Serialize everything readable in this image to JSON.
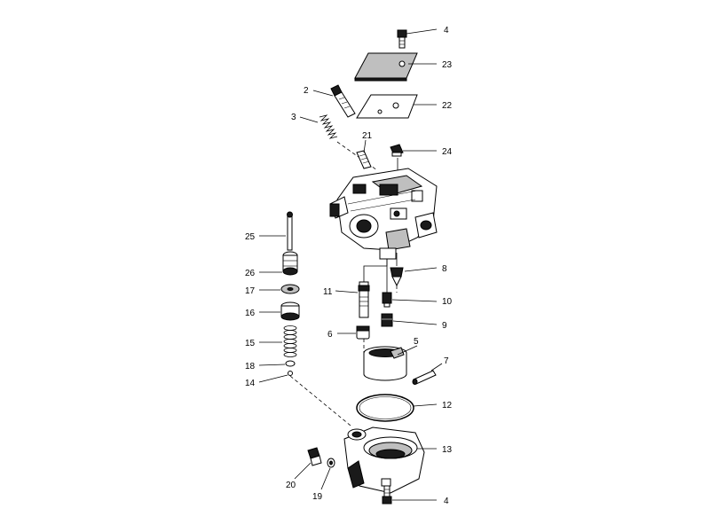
{
  "callouts": {
    "c4_top": "4",
    "c23": "23",
    "c22": "22",
    "c2": "2",
    "c3": "3",
    "c21": "21",
    "c24": "24",
    "c25": "25",
    "c26": "26",
    "c17": "17",
    "c16": "16",
    "c15": "15",
    "c18": "18",
    "c14": "14",
    "c8": "8",
    "c11": "11",
    "c10": "10",
    "c9": "9",
    "c6": "6",
    "c5": "5",
    "c7": "7",
    "c12": "12",
    "c13": "13",
    "c20": "20",
    "c19": "19",
    "c4_bottom": "4"
  }
}
